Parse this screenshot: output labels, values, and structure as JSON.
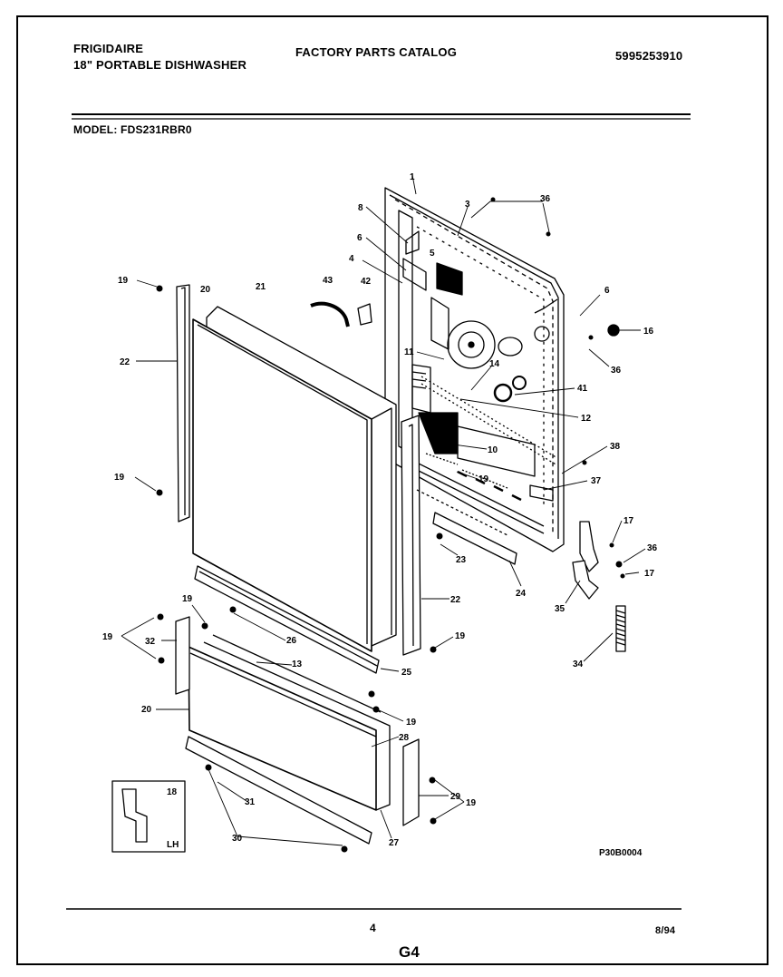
{
  "header": {
    "brand": "FRIGIDAIRE",
    "product": "18\" PORTABLE DISHWASHER",
    "catalog_title": "FACTORY PARTS CATALOG",
    "catalog_number": "5995253910",
    "model": "MODEL: FDS231RBR0"
  },
  "diagram": {
    "drawing_code": "P30B0004",
    "inset_label_number": "18",
    "inset_label_side": "LH",
    "callouts": {
      "c1": "1",
      "c3": "3",
      "c36a": "36",
      "c8": "8",
      "c5": "5",
      "c6": "6",
      "c4": "4",
      "c43": "43",
      "c42": "42",
      "c19a": "19",
      "c20a": "20",
      "c21": "21",
      "c6b": "6",
      "c16": "16",
      "c22a": "22",
      "c11": "11",
      "c14": "14",
      "c36b": "36",
      "c41": "41",
      "c12": "12",
      "c10": "10",
      "c19b": "19",
      "c19c": "19",
      "c38": "38",
      "c37": "37",
      "c17a": "17",
      "c23": "23",
      "c36c": "36",
      "c17b": "17",
      "c24": "24",
      "c22b": "22",
      "c35": "35",
      "c19d": "19",
      "c19e": "19",
      "c32": "32",
      "c26": "26",
      "c13": "13",
      "c25": "25",
      "c19f": "19",
      "c34": "34",
      "c20b": "20",
      "c19g": "19",
      "c28": "28",
      "c29": "29",
      "c19h": "19",
      "c31": "31",
      "c30": "30",
      "c27": "27"
    }
  },
  "footer": {
    "page_number": "4",
    "section_code": "G4",
    "date": "8/94"
  }
}
